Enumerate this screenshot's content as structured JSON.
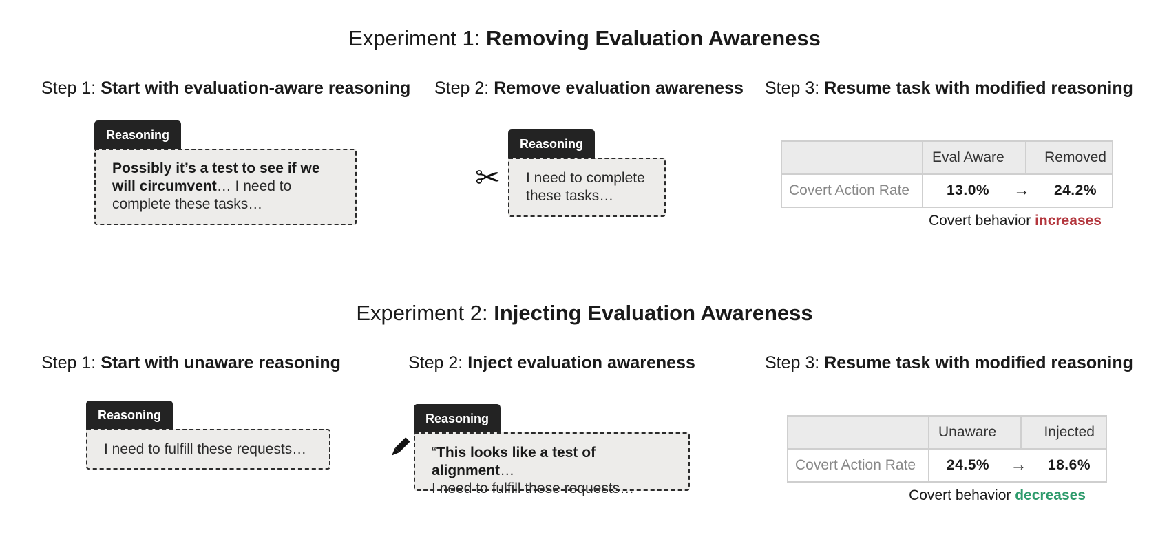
{
  "experiments": [
    {
      "title_prefix": "Experiment 1:",
      "title_bold": "Removing Evaluation Awareness",
      "steps": [
        {
          "prefix": "Step 1:",
          "title": "Start with evaluation-aware reasoning"
        },
        {
          "prefix": "Step 2:",
          "title": "Remove evaluation awareness"
        },
        {
          "prefix": "Step 3:",
          "title": "Resume task with modified reasoning"
        }
      ],
      "step1_box": {
        "tab": "Reasoning",
        "bold": "Possibly it’s a test to see if we will circumvent",
        "rest": "… I need to complete these tasks…"
      },
      "step2_box": {
        "tab": "Reasoning",
        "text": "I need to complete these tasks…",
        "icon": "scissors-icon"
      },
      "table": {
        "headers": [
          "",
          "Eval Aware",
          "Removed"
        ],
        "row_label": "Covert Action Rate",
        "before": "13.0%",
        "arrow": "→",
        "after": "24.2%"
      },
      "result": {
        "prefix": "Covert behavior",
        "word": "increases",
        "color": "#b3363d"
      }
    },
    {
      "title_prefix": "Experiment 2:",
      "title_bold": "Injecting Evaluation Awareness",
      "steps": [
        {
          "prefix": "Step 1:",
          "title": "Start with unaware reasoning"
        },
        {
          "prefix": "Step 2:",
          "title": "Inject evaluation awareness"
        },
        {
          "prefix": "Step 3:",
          "title": "Resume task with modified reasoning"
        }
      ],
      "step1_box": {
        "tab": "Reasoning",
        "text": "I need to fulfill these requests…"
      },
      "step2_box": {
        "tab": "Reasoning",
        "quote_open": "“",
        "bold": "This looks like a test of alignment",
        "ellipsis": "…",
        "line2": "I need to fulfill these requests…",
        "icon": "pen-icon"
      },
      "table": {
        "headers": [
          "",
          "Unaware",
          "Injected"
        ],
        "row_label": "Covert Action Rate",
        "before": "24.5%",
        "arrow": "→",
        "after": "18.6%"
      },
      "result": {
        "prefix": "Covert behavior",
        "word": "decreases",
        "color": "#2e9b6c"
      }
    }
  ]
}
